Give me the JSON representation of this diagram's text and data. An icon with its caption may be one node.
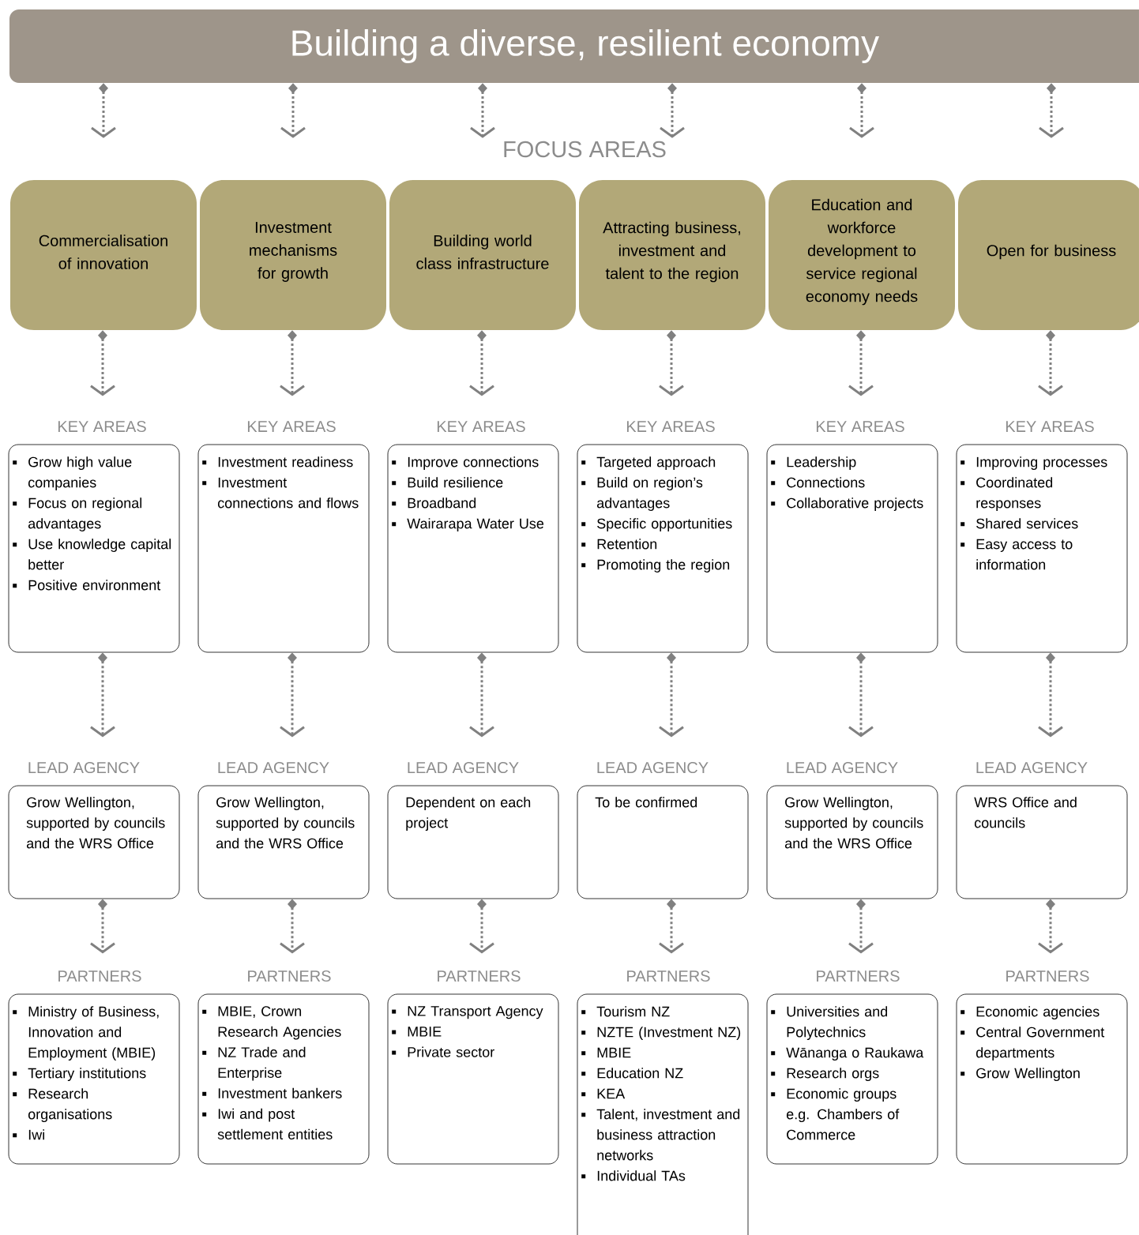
{
  "diagram": {
    "nodes": [
      {
        "text": [
          "Building a diverse, resilient economy"
        ]
      },
      {
        "text": [
          "Commercialisation of innovation"
        ]
      },
      {
        "text": [
          "Investment mechanisms for growth"
        ]
      },
      {
        "text": [
          "Building world class infrastructure"
        ]
      },
      {
        "text": [
          "Attracting business, investment and talent to the region"
        ]
      },
      {
        "text": [
          "Education and workforce development to service regional economy needs"
        ]
      },
      {
        "text": [
          "Open for business"
        ]
      },
      {
        "text": [
          "KEY AREAS",
          "Grow high value companies",
          "Focus on regional advantages",
          "Use knowledge capital better",
          "Positive environment"
        ]
      },
      {
        "text": [
          "KEY AREAS",
          "Investment readiness",
          "Investment connections and flows"
        ]
      },
      {
        "text": [
          "KEY AREAS",
          "Improve connections",
          "Build resilience",
          "Broadband",
          "Wairarapa Water Use"
        ]
      },
      {
        "text": [
          "KEY AREAS",
          "Targeted approach",
          "Build on region’s advantages",
          "Specific opportunities",
          "Retention",
          "Promoting the region"
        ]
      },
      {
        "text": [
          "KEY AREAS",
          "Leadership",
          "Connections",
          "Collaborative projects"
        ]
      },
      {
        "text": [
          "KEY AREAS",
          "Improving processes",
          "Coordinated responses",
          "Shared services",
          "Easy access to information"
        ]
      },
      {
        "text": [
          "LEAD AGENCY",
          "Grow Wellington, supported by councils and the WRS Office"
        ]
      },
      {
        "text": [
          "LEAD AGENCY",
          "Grow Wellington, supported by councils and the WRS Office"
        ]
      },
      {
        "text": [
          "LEAD AGENCY",
          "Dependent on each project"
        ]
      },
      {
        "text": [
          "LEAD AGENCY",
          "To be confirmed"
        ]
      },
      {
        "text": [
          "LEAD AGENCY",
          "Grow Wellington, supported by councils and the WRS Office"
        ]
      },
      {
        "text": [
          "LEAD AGENCY",
          "WRS Office and councils"
        ]
      },
      {
        "text": [
          "PARTNERS",
          "Ministry of Business, Innovation and Employment (MBIE)",
          "Tertiary institutions",
          "Research organisations",
          "Iwi"
        ]
      },
      {
        "text": [
          "PARTNERS",
          "MBIE, Crown Research Agencies",
          "NZ Trade and Enterprise",
          "Investment bankers",
          "Iwi and post settlement entities"
        ]
      },
      {
        "text": [
          "PARTNERS",
          "NZ Transport Agency",
          "MBIE",
          "Private sector"
        ]
      },
      {
        "text": [
          "PARTNERS",
          "Tourism NZ",
          "NZTE (Investment NZ)",
          "MBIE",
          "Education NZ",
          "KEA",
          "Talent, investment and business attraction networks",
          "Individual TAs"
        ]
      },
      {
        "text": [
          "PARTNERS",
          "Universities and Polytechnics",
          "Wānanga o Raukawa",
          "Research orgs",
          "Economic groups e.g. Chambers of Commerce"
        ]
      },
      {
        "text": [
          "PARTNERS",
          "Economic agencies",
          "Central Government departments",
          "Grow Wellington"
        ]
      }
    ],
    "edges": [
      {
        "from": 0,
        "to": 1,
        "arrow": "to",
        "style": "dashed"
      },
      {
        "from": 0,
        "to": 2,
        "arrow": "to",
        "style": "dashed"
      },
      {
        "from": 0,
        "to": 3,
        "arrow": "to",
        "style": "dashed"
      },
      {
        "from": 0,
        "to": 4,
        "arrow": "to",
        "style": "dashed"
      },
      {
        "from": 0,
        "to": 5,
        "arrow": "to",
        "style": "dashed"
      },
      {
        "from": 0,
        "to": 6,
        "arrow": "to",
        "style": "dashed"
      },
      {
        "from": 1,
        "to": 7,
        "arrow": "to",
        "style": "dashed"
      },
      {
        "from": 2,
        "to": 8,
        "arrow": "to",
        "style": "dashed"
      },
      {
        "from": 3,
        "to": 9,
        "arrow": "to",
        "style": "dashed"
      },
      {
        "from": 4,
        "to": 10,
        "arrow": "to",
        "style": "dashed"
      },
      {
        "from": 5,
        "to": 11,
        "arrow": "to",
        "style": "dashed"
      },
      {
        "from": 6,
        "to": 12,
        "arrow": "to",
        "style": "dashed"
      },
      {
        "from": 7,
        "to": 13,
        "arrow": "to",
        "style": "dashed"
      },
      {
        "from": 8,
        "to": 14,
        "arrow": "to",
        "style": "dashed"
      },
      {
        "from": 9,
        "to": 15,
        "arrow": "to",
        "style": "dashed"
      },
      {
        "from": 10,
        "to": 16,
        "arrow": "to",
        "style": "dashed"
      },
      {
        "from": 11,
        "to": 17,
        "arrow": "to",
        "style": "dashed"
      },
      {
        "from": 12,
        "to": 18,
        "arrow": "to",
        "style": "dashed"
      },
      {
        "from": 13,
        "to": 19,
        "arrow": "to",
        "style": "dashed"
      },
      {
        "from": 14,
        "to": 20,
        "arrow": "to",
        "style": "dashed"
      },
      {
        "from": 15,
        "to": 21,
        "arrow": "to",
        "style": "dashed"
      },
      {
        "from": 16,
        "to": 22,
        "arrow": "to",
        "style": "dashed"
      },
      {
        "from": 17,
        "to": 23,
        "arrow": "to",
        "style": "dashed"
      },
      {
        "from": 18,
        "to": 24,
        "arrow": "to",
        "style": "dashed"
      }
    ],
    "labels": [
      "FOCUS AREAS"
    ]
  }
}
